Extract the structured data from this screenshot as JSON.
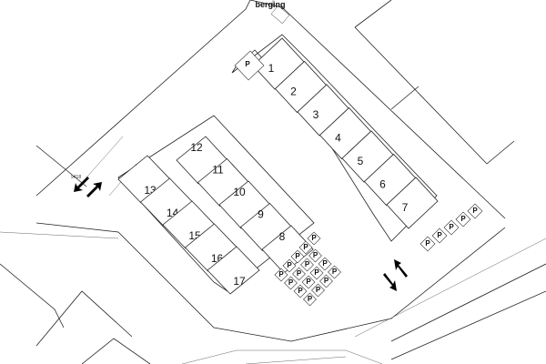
{
  "labels": {
    "berging": "berging",
    "parcel_code": "9418",
    "parking": "P"
  },
  "row_a": [
    "1",
    "2",
    "3",
    "4",
    "5",
    "6",
    "7"
  ],
  "block_b_left": [
    "13",
    "14",
    "15",
    "16",
    "17"
  ],
  "block_b_right": [
    "12",
    "11",
    "10",
    "9",
    "8"
  ],
  "colors": {
    "line": "#222222",
    "background": "#ffffff"
  }
}
